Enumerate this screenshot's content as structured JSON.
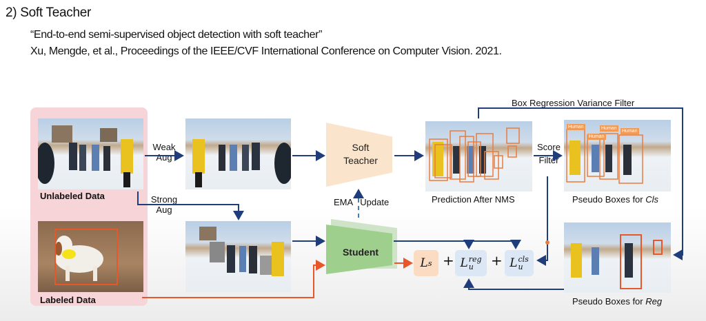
{
  "slide": {
    "title": "2) Soft Teacher",
    "paper_title": "“End-to-end semi-supervised object detection with soft teacher”",
    "citation": "Xu, Mengde, et al., Proceedings of the IEEE/CVF International Conference on Computer Vision. 2021."
  },
  "diagram": {
    "unlabeled_data": "Unlabeled Data",
    "labeled_data": "Labeled Data",
    "weak_aug": "Weak",
    "weak_aug2": "Aug",
    "strong_aug": "Strong",
    "strong_aug2": "Aug",
    "soft_teacher_1": "Soft",
    "soft_teacher_2": "Teacher",
    "student": "Student",
    "ema_update": "EMA   Update",
    "prediction_after_nms": "Prediction After NMS",
    "score_filter_1": "Score",
    "score_filter_2": "Filter",
    "box_regression_variance_filter": "Box Regression Variance Filter",
    "pseudo_boxes_cls": "Pseudo Boxes for ",
    "pseudo_boxes_cls_em": "Cls",
    "pseudo_boxes_reg": "Pseudo Boxes for ",
    "pseudo_boxes_reg_em": "Reg",
    "human_tag": "Human",
    "loss_s": "L",
    "loss_s_sub": "s",
    "loss_reg": "L",
    "loss_reg_sup": "reg",
    "loss_reg_sub": "u",
    "loss_cls": "L",
    "loss_cls_sup": "cls",
    "loss_cls_sub": "u",
    "plus": "+"
  },
  "colors": {
    "arrow_blue": "#1f3d7a",
    "arrow_orange": "#e8572a",
    "teacher_fill": "#fbe4cc",
    "student_fill": "#9fcf8d",
    "panel_pink": "#f6d4d8",
    "box_orange": "#e87c3e"
  }
}
